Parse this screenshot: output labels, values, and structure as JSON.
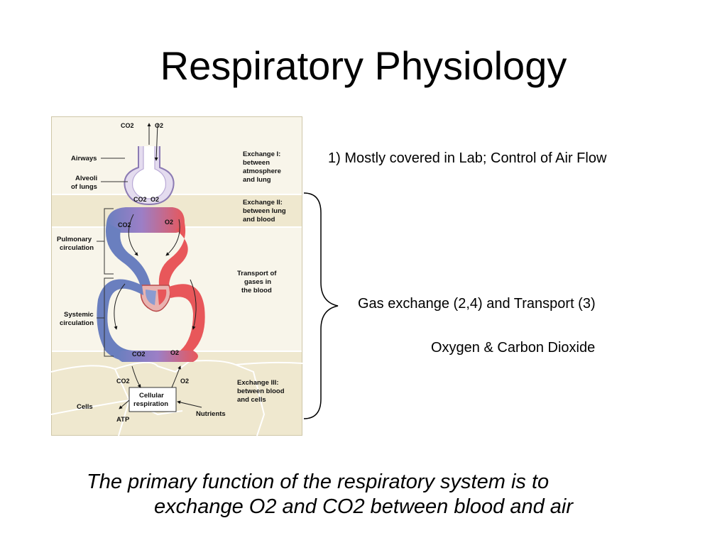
{
  "slide": {
    "title": "Respiratory Physiology",
    "note_lab": "1) Mostly covered in Lab; Control of Air Flow",
    "note_gas_exchange": "Gas exchange (2,4) and Transport (3)",
    "note_gases": "Oxygen & Carbon Dioxide",
    "caption_line1": "The primary function of the respiratory system is to",
    "caption_line2": "exchange O2 and CO2 between blood and air"
  },
  "diagram": {
    "top_co2": "CO2",
    "top_o2": "O2",
    "airways": "Airways",
    "alveoli_1": "Alveoli",
    "alveoli_2": "of lungs",
    "alv_co2": "CO2",
    "alv_o2": "O2",
    "pulm_co2": "CO2",
    "pulm_o2": "O2",
    "pulmonary_1": "Pulmonary",
    "pulmonary_2": "circulation",
    "systemic_1": "Systemic",
    "systemic_2": "circulation",
    "sys_co2": "CO2",
    "sys_o2": "O2",
    "cell_co2": "CO2",
    "cell_o2": "O2",
    "cellular_1": "Cellular",
    "cellular_2": "respiration",
    "cells": "Cells",
    "atp": "ATP",
    "nutrients": "Nutrients",
    "exchange1": [
      "Exchange I:",
      "between",
      "atmosphere",
      "and lung"
    ],
    "exchange2": [
      "Exchange II:",
      "between lung",
      "and blood"
    ],
    "transport": [
      "Transport of",
      "gases in",
      "the blood"
    ],
    "exchange3": [
      "Exchange III:",
      "between blood",
      "and cells"
    ]
  },
  "colors": {
    "deoxygenated": "#6a7fbf",
    "oxygenated": "#e8575a",
    "band_tan": "#efe8cf",
    "band_light": "#f8f5ea",
    "alveolus": "#e4dcef"
  }
}
